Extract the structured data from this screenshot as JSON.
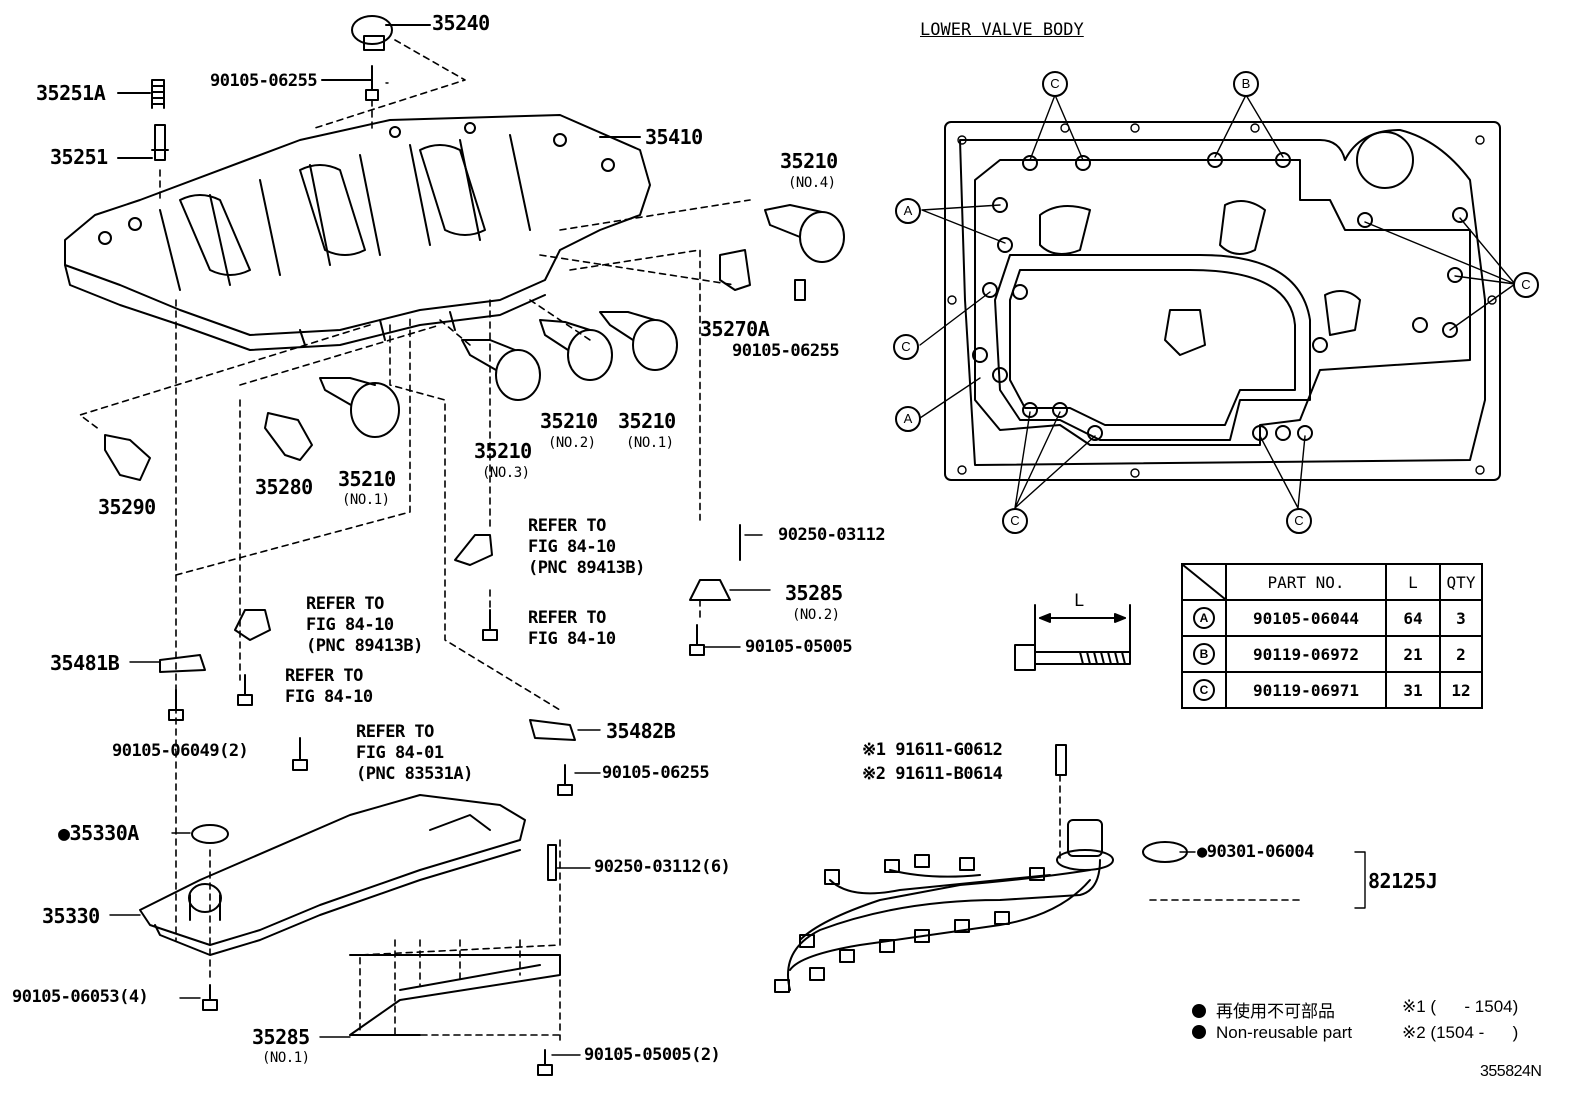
{
  "diagram": {
    "title": "LOWER VALVE BODY",
    "figure_code": "355824N",
    "parts": {
      "p35240": "35240",
      "p35251A": "35251A",
      "p90105_06255_top": "90105-06255",
      "p35251": "35251",
      "p35410": "35410",
      "p35210_no4": "35210",
      "p35210_no4_sub": "(NO.4)",
      "p35270A": "35270A",
      "p90105_06255_mid": "90105-06255",
      "p35290": "35290",
      "p35280": "35280",
      "p35210_no1a": "35210",
      "p35210_no1a_sub": "(NO.1)",
      "p35210_no3": "35210",
      "p35210_no3_sub": "(NO.3)",
      "p35210_no2": "35210",
      "p35210_no2_sub": "(NO.2)",
      "p35210_no1b": "35210",
      "p35210_no1b_sub": "(NO.1)",
      "p90250_03112": "90250-03112",
      "p35285_no2": "35285",
      "p35285_no2_sub": "(NO.2)",
      "p90105_05005": "90105-05005",
      "p35481B": "35481B",
      "p90105_06049": "90105-06049(2)",
      "p35482B": "35482B",
      "p90105_06255_low": "90105-06255",
      "p35330A": "●35330A",
      "p35330": "35330",
      "p90105_06053": "90105-06053(4)",
      "p90250_03112_6": "90250-03112(6)",
      "p35285_no1": "35285",
      "p35285_no1_sub": "(NO.1)",
      "p90105_05005_2": "90105-05005(2)",
      "p91611_1": "※1 91611-G0612",
      "p91611_2": "※2 91611-B0614",
      "p90301_06004": "●90301-06004",
      "p82125J": "82125J"
    },
    "refs": {
      "r1": [
        "REFER TO",
        "FIG 84-10",
        "(PNC 89413B)"
      ],
      "r2": [
        "REFER TO",
        "FIG 84-10"
      ],
      "r3": [
        "REFER TO",
        "FIG 84-10",
        "(PNC 89413B)"
      ],
      "r4": [
        "REFER TO",
        "FIG 84-10"
      ],
      "r5": [
        "REFER TO",
        "FIG 84-01",
        "(PNC 83531A)"
      ]
    },
    "callouts": {
      "A": "A",
      "B": "B",
      "C": "C"
    },
    "bolt_dim_label": "L",
    "table": {
      "headers": [
        "PART NO.",
        "L",
        "QTY"
      ],
      "rows": [
        {
          "key": "A",
          "part": "90105-06044",
          "l": "64",
          "qty": "3"
        },
        {
          "key": "B",
          "part": "90119-06972",
          "l": "21",
          "qty": "2"
        },
        {
          "key": "C",
          "part": "90119-06971",
          "l": "31",
          "qty": "12"
        }
      ]
    },
    "legend": {
      "jp": "再使用不可部品",
      "en": "Non-reusable part",
      "note1": "※1 (      - 1504)",
      "note2": "※2 (1504 -      )"
    }
  }
}
